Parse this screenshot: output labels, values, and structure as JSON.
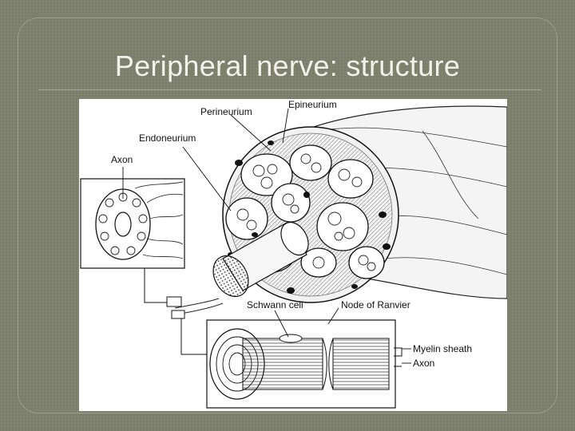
{
  "slide": {
    "title": "Peripheral nerve: structure"
  },
  "diagram": {
    "labels": {
      "axon_top": "Axon",
      "endoneurium": "Endoneurium",
      "perineurium": "Perineurium",
      "epineurium": "Epineurium",
      "schwann_cell": "Schwann cell",
      "node_of_ranvier": "Node of Ranvier",
      "myelin_sheath": "Myelin sheath",
      "axon_bottom": "Axon"
    }
  }
}
